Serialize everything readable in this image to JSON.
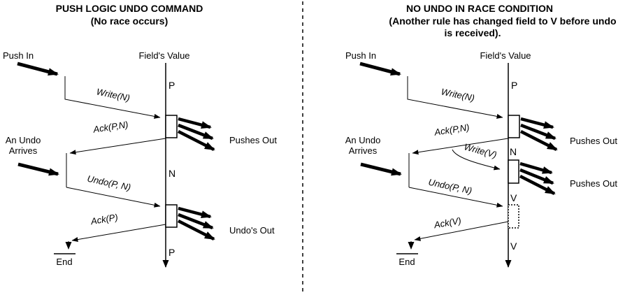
{
  "colors": {
    "ink": "#000000",
    "background": "#ffffff"
  },
  "left_panel": {
    "title": "PUSH LOGIC UNDO COMMAND",
    "subtitle": "(No race occurs)",
    "push_in_label": "Push In",
    "lifeline_label": "Field's Value",
    "undo_arrives_line1": "An Undo",
    "undo_arrives_line2": "Arrives",
    "value_top": "P",
    "value_mid": "N",
    "value_bottom": "P",
    "msg_write": "Write(N)",
    "msg_ack_push": "Ack(P,N)",
    "msg_undo": "Undo(P, N)",
    "msg_ack_undo": "Ack(P)",
    "pushes_out_label": "Pushes Out",
    "undos_out_label": "Undo's Out",
    "end_label": "End"
  },
  "right_panel": {
    "title": "NO UNDO IN RACE CONDITION",
    "subtitle_line1": "(Another rule has changed field to V before undo",
    "subtitle_line2": "is received).",
    "push_in_label": "Push In",
    "lifeline_label": "Field's Value",
    "undo_arrives_line1": "An Undo",
    "undo_arrives_line2": "Arrives",
    "value_top": "P",
    "value_mid": "N",
    "value_after_write_v": "V",
    "value_bottom": "V",
    "msg_write_n": "Write(N)",
    "msg_ack_push": "Ack(P,N)",
    "msg_write_v": "Write(V)",
    "msg_undo": "Undo(P, N)",
    "msg_ack_undo": "Ack(V)",
    "pushes_out_label_1": "Pushes Out",
    "pushes_out_label_2": "Pushes Out",
    "end_label": "End"
  }
}
